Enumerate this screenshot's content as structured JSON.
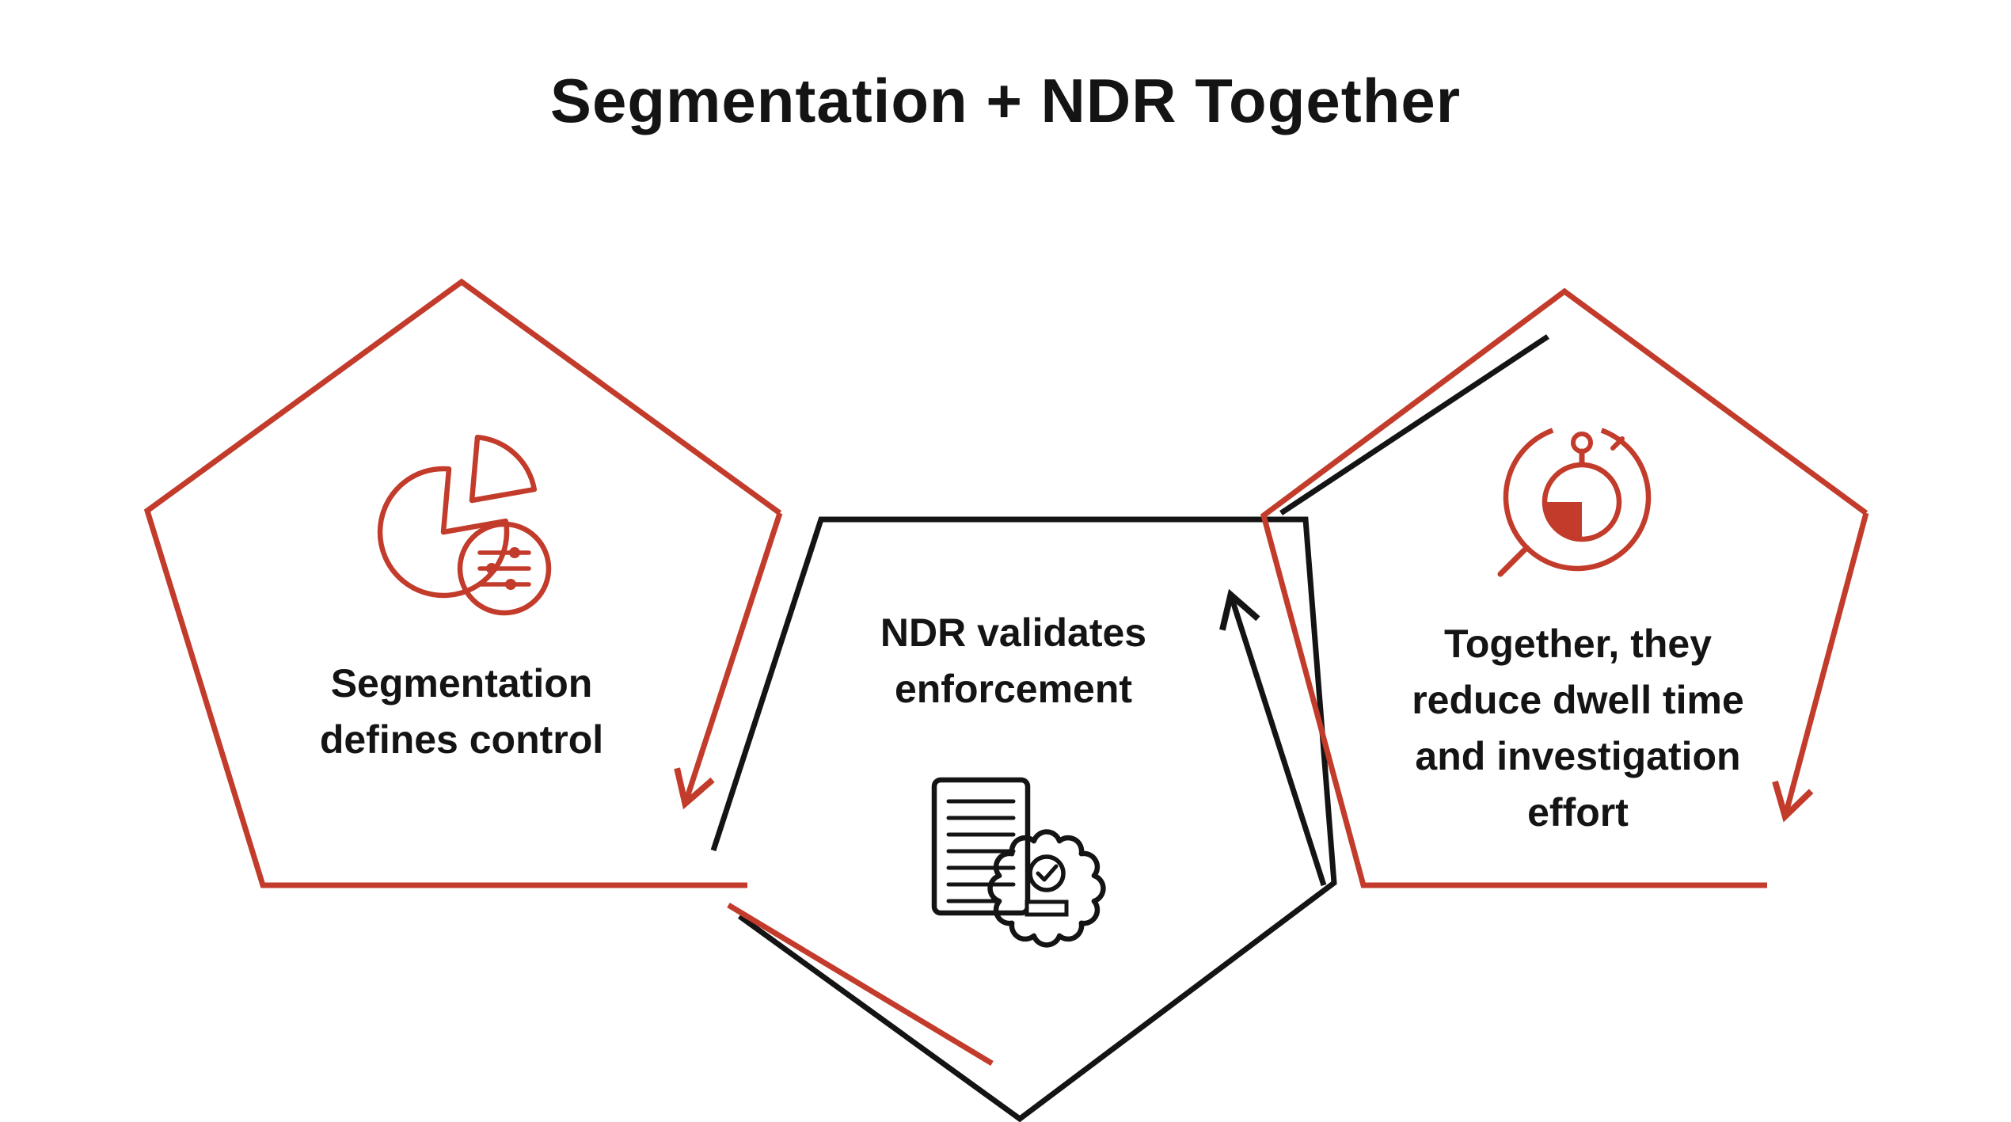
{
  "title": "Segmentation + NDR Together",
  "colors": {
    "accent_red": "#c23b2b",
    "ink": "#141414",
    "background": "#ffffff"
  },
  "nodes": {
    "segmentation": {
      "lines": [
        "Segmentation",
        "defines control"
      ],
      "icon": "pie-chart-sliders-icon"
    },
    "ndr": {
      "lines": [
        "NDR validates",
        "enforcement"
      ],
      "icon": "document-badge-check-icon"
    },
    "together": {
      "lines": [
        "Together, they",
        "reduce dwell time",
        "and investigation",
        "effort"
      ],
      "icon": "stopwatch-magnifier-icon"
    }
  }
}
